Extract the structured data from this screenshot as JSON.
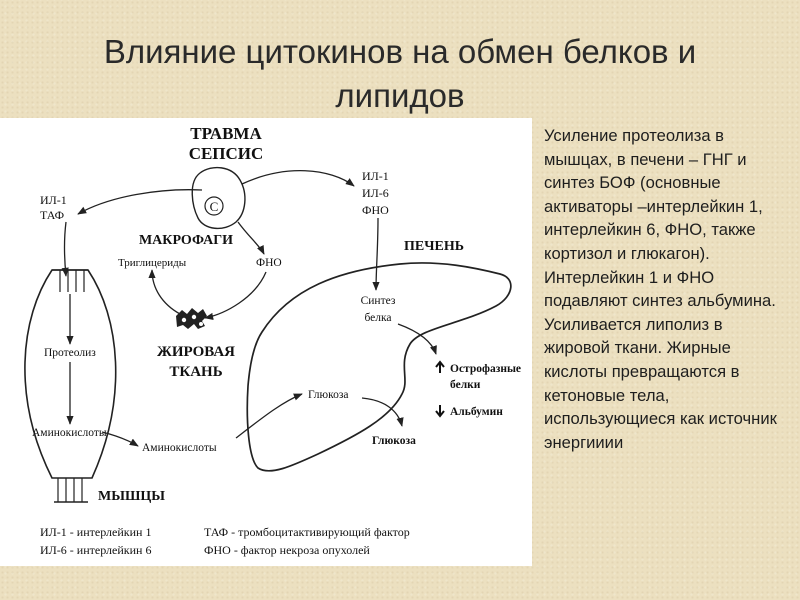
{
  "slide": {
    "title_line1": "Влияние цитокинов на обмен белков и",
    "title_line2": "липидов"
  },
  "diagram": {
    "trauma_line1": "ТРАВМА",
    "trauma_line2": "СЕПСИС",
    "cell_letter": "С",
    "macrophages": "МАКРОФАГИ",
    "left_cytokine1": "ИЛ-1",
    "left_cytokine2": "ТАФ",
    "right_cytokine1": "ИЛ-1",
    "right_cytokine2": "ИЛ-6",
    "right_cytokine3": "ФНО",
    "triglycerides": "Триглицериды",
    "fno": "ФНО",
    "liver": "ПЕЧЕНЬ",
    "synthesis_line1": "Синтез",
    "synthesis_line2": "белка",
    "acute_phase_line1": "Острофазные",
    "acute_phase_line2": "белки",
    "albumin": "Альбумин",
    "glucose_inner": "Глюкоза",
    "glucose_outer": "Глюкоза",
    "fat_line1": "ЖИРОВАЯ",
    "fat_line2": "ТКАНЬ",
    "proteolysis": "Протеолиз",
    "aminoacids_inner": "Аминокислоты",
    "aminoacids_outer": "Аминокислоты",
    "muscles": "МЫШЦЫ",
    "legend1": "ИЛ-1 - интерлейкин 1",
    "legend2": "ИЛ-6 - интерлейкин 6",
    "legend3": "ТАФ - тромбоцитактивирующий фактор",
    "legend4": "ФНО - фактор некроза опухолей"
  },
  "side_text": "Усиление протеолиза в мышцах, в печени – ГНГ и синтез БОФ (основные активаторы –интерлейкин 1, интерлейкин 6, ФНО, также кортизол и глюкагон). Интерлейкин 1 и ФНО подавляют синтез альбумина. Усиливается липолиз в жировой ткани. Жирные кислоты превращаются в кетоновые тела, использующиеся как источник энергииии"
}
